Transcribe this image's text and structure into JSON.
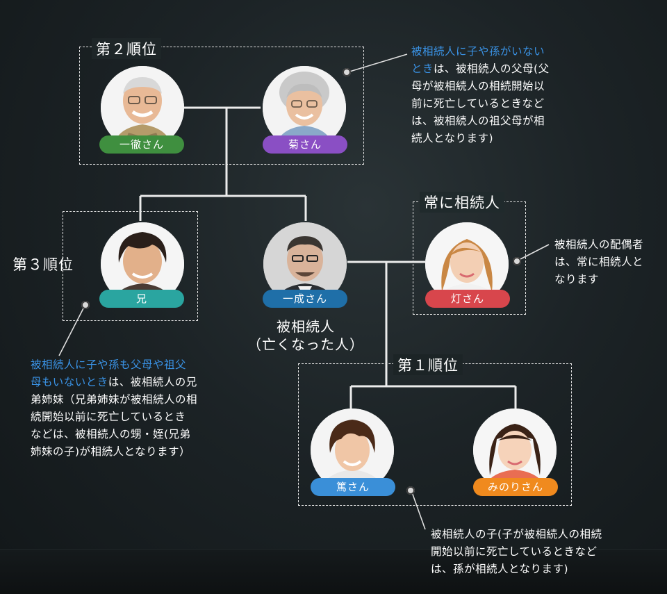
{
  "groups": {
    "second": "第２順位",
    "third": "第３順位",
    "spouse": "常に相続人",
    "first": "第１順位"
  },
  "people": {
    "grandfather": "一徹さん",
    "grandmother": "菊さん",
    "brother": "兄",
    "deceased": "一成さん",
    "spouse": "灯さん",
    "son": "篤さん",
    "daughter": "みのりさん"
  },
  "deceased_caption": {
    "line1": "被相続人",
    "line2": "（亡くなった人）"
  },
  "notes": {
    "parents": {
      "highlight": "被相続人に子や孫がいない\nとき",
      "text": "は、被相続人の父母(父\n母が被相続人の相続開始以\n前に死亡しているときなど\nは、被相続人の祖父母が相\n続人となります)"
    },
    "spouse": {
      "text": "被相続人の配偶者\nは、常に相続人と\nなります"
    },
    "siblings": {
      "highlight": "被相続人に子や孫も父母や祖父\n母もいないとき",
      "text": "は、被相続人の兄\n弟姉妹（兄弟姉妹が被相続人の相\n続開始以前に死亡しているとき\nなどは、被相続人の甥・姪(兄弟\n姉妹の子)が相続人となります）"
    },
    "children": {
      "text": "被相続人の子(子が被相続人の相続\n開始以前に死亡しているときなど\nは、孫が相続人となります)"
    }
  },
  "colors": {
    "grandfather": "#3f8f3f",
    "grandmother": "#8a4fc4",
    "brother": "#2aa5a0",
    "deceased": "#1f6fa8",
    "spouse": "#d8464c",
    "son": "#3a8fd8",
    "daughter": "#f08a1e",
    "highlight": "#3a93e6"
  }
}
